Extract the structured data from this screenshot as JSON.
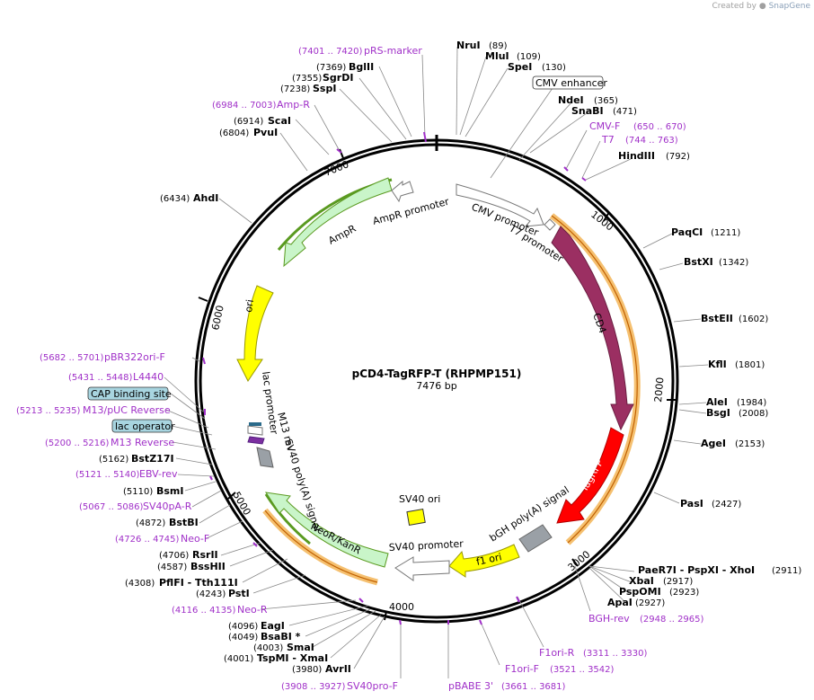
{
  "credit": {
    "prefix": "Created by",
    "brand": "SnapGene"
  },
  "plasmid": {
    "name": "pCD4-TagRFP-T (RHPMP151)",
    "length": "7476 bp"
  },
  "ticks": [
    "1000",
    "2000",
    "3000",
    "4000",
    "5000",
    "6000",
    "7000"
  ],
  "features": [
    {
      "name": "CMV enhancer",
      "type": "box-label"
    },
    {
      "name": "CMV promoter",
      "type": "arrow"
    },
    {
      "name": "T7 promoter",
      "type": "arrow"
    },
    {
      "name": "CD4",
      "type": "arrow",
      "color": "#9b2f62"
    },
    {
      "name": "TagRFP",
      "type": "arrow",
      "color": "#ff0000"
    },
    {
      "name": "bGH poly(A) signal",
      "type": "box"
    },
    {
      "name": "f1 ori",
      "type": "arrow",
      "color": "#ffff00"
    },
    {
      "name": "SV40 promoter",
      "type": "arrow"
    },
    {
      "name": "SV40 ori",
      "type": "box",
      "color": "#ffff00"
    },
    {
      "name": "NeoR/KanR",
      "type": "arrow",
      "color": "#c9f5c9"
    },
    {
      "name": "SV40 poly(A) signal",
      "type": "box"
    },
    {
      "name": "M13 rev",
      "type": "arrow"
    },
    {
      "name": "lac promoter",
      "type": "arrow"
    },
    {
      "name": "ori",
      "type": "arrow",
      "color": "#ffff00"
    },
    {
      "name": "AmpR",
      "type": "arrow",
      "color": "#c9f5c9"
    },
    {
      "name": "AmpR promoter",
      "type": "arrow"
    }
  ],
  "labels": [
    {
      "pos": "(7401 .. 7420)",
      "name": "pRS-marker",
      "kind": "primer"
    },
    {
      "pos": "(7369)",
      "name": "BglII",
      "kind": "enzyme"
    },
    {
      "pos": "(7355)",
      "name": "SgrDI",
      "kind": "enzyme"
    },
    {
      "pos": "(7238)",
      "name": "SspI",
      "kind": "enzyme"
    },
    {
      "pos": "(6984 .. 7003)",
      "name": "Amp-R",
      "kind": "primer"
    },
    {
      "pos": "(6914)",
      "name": "ScaI",
      "kind": "enzyme"
    },
    {
      "pos": "(6804)",
      "name": "PvuI",
      "kind": "enzyme"
    },
    {
      "pos": "(6434)",
      "name": "AhdI",
      "kind": "enzyme"
    },
    {
      "pos": "(5682 .. 5701)",
      "name": "pBR322ori-F",
      "kind": "primer"
    },
    {
      "pos": "(5431 .. 5448)",
      "name": "L4440",
      "kind": "primer"
    },
    {
      "pos": "",
      "name": "CAP binding site",
      "kind": "boxed"
    },
    {
      "pos": "(5213 .. 5235)",
      "name": "M13/pUC Reverse",
      "kind": "primer"
    },
    {
      "pos": "",
      "name": "lac operator",
      "kind": "boxed"
    },
    {
      "pos": "(5200 .. 5216)",
      "name": "M13 Reverse",
      "kind": "primer"
    },
    {
      "pos": "(5162)",
      "name": "BstZ17I",
      "kind": "enzyme"
    },
    {
      "pos": "(5121 .. 5140)",
      "name": "EBV-rev",
      "kind": "primer"
    },
    {
      "pos": "(5110)",
      "name": "BsmI",
      "kind": "enzyme"
    },
    {
      "pos": "(5067 .. 5086)",
      "name": "SV40pA-R",
      "kind": "primer"
    },
    {
      "pos": "(4872)",
      "name": "BstBI",
      "kind": "enzyme"
    },
    {
      "pos": "(4726 .. 4745)",
      "name": "Neo-F",
      "kind": "primer"
    },
    {
      "pos": "(4706)",
      "name": "RsrII",
      "kind": "enzyme"
    },
    {
      "pos": "(4587)",
      "name": "BssHII",
      "kind": "enzyme"
    },
    {
      "pos": "(4308)",
      "name": "PflFI - Tth111I",
      "kind": "enzyme"
    },
    {
      "pos": "(4243)",
      "name": "PstI",
      "kind": "enzyme"
    },
    {
      "pos": "(4116 .. 4135)",
      "name": "Neo-R",
      "kind": "primer"
    },
    {
      "pos": "(4096)",
      "name": "EagI",
      "kind": "enzyme"
    },
    {
      "pos": "(4049)",
      "name": "BsaBI *",
      "kind": "enzyme"
    },
    {
      "pos": "(4003)",
      "name": "SmaI",
      "kind": "enzyme"
    },
    {
      "pos": "(4001)",
      "name": "TspMI - XmaI",
      "kind": "enzyme"
    },
    {
      "pos": "(3980)",
      "name": "AvrII",
      "kind": "enzyme"
    },
    {
      "pos": "(3908 .. 3927)",
      "name": "SV40pro-F",
      "kind": "primer"
    },
    {
      "pos": "",
      "name": "pBABE 3'",
      "kind": "primer"
    },
    {
      "pos": "(3661 .. 3681)",
      "name": "",
      "kind": "primer"
    },
    {
      "pos": "(3521 .. 3542)",
      "name": "F1ori-F",
      "kind": "primer"
    },
    {
      "pos": "(3311 .. 3330)",
      "name": "F1ori-R",
      "kind": "primer"
    },
    {
      "pos": "(2948 .. 2965)",
      "name": "BGH-rev",
      "kind": "primer"
    },
    {
      "pos": "(2927)",
      "name": "ApaI",
      "kind": "enzyme"
    },
    {
      "pos": "(2923)",
      "name": "PspOMI",
      "kind": "enzyme"
    },
    {
      "pos": "(2917)",
      "name": "XbaI",
      "kind": "enzyme"
    },
    {
      "pos": "(2911)",
      "name": "PaeR7I - PspXI - XhoI",
      "kind": "enzyme"
    },
    {
      "pos": "(2427)",
      "name": "PasI",
      "kind": "enzyme"
    },
    {
      "pos": "(2153)",
      "name": "AgeI",
      "kind": "enzyme"
    },
    {
      "pos": "(2008)",
      "name": "BsgI",
      "kind": "enzyme"
    },
    {
      "pos": "(1984)",
      "name": "AleI",
      "kind": "enzyme"
    },
    {
      "pos": "(1801)",
      "name": "KflI",
      "kind": "enzyme"
    },
    {
      "pos": "(1602)",
      "name": "BstEII",
      "kind": "enzyme"
    },
    {
      "pos": "(1342)",
      "name": "BstXI",
      "kind": "enzyme"
    },
    {
      "pos": "(1211)",
      "name": "PaqCI",
      "kind": "enzyme"
    },
    {
      "pos": "(792)",
      "name": "HindIII",
      "kind": "enzyme"
    },
    {
      "pos": "(744 .. 763)",
      "name": "T7",
      "kind": "primer"
    },
    {
      "pos": "(650 .. 670)",
      "name": "CMV-F",
      "kind": "primer"
    },
    {
      "pos": "(471)",
      "name": "SnaBI",
      "kind": "enzyme"
    },
    {
      "pos": "(365)",
      "name": "NdeI",
      "kind": "enzyme"
    },
    {
      "pos": "",
      "name": "CMV enhancer",
      "kind": "boxed"
    },
    {
      "pos": "(130)",
      "name": "SpeI",
      "kind": "enzyme"
    },
    {
      "pos": "(109)",
      "name": "MluI",
      "kind": "enzyme"
    },
    {
      "pos": "(89)",
      "name": "NruI",
      "kind": "enzyme"
    }
  ]
}
